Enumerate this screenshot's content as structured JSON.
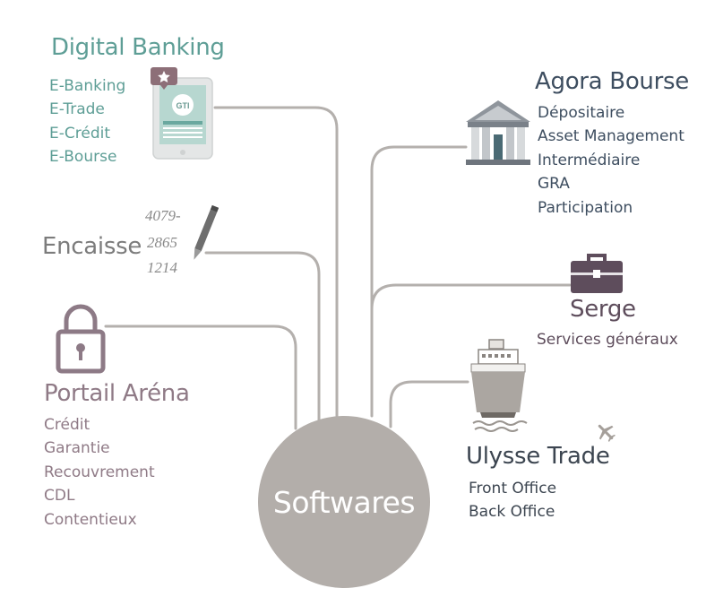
{
  "hub": {
    "label": "Softwares"
  },
  "digital_banking": {
    "title": "Digital Banking",
    "items": [
      "E-Banking",
      "E-Trade",
      "E-Crédit",
      "E-Bourse"
    ],
    "icon": "tablet-icon",
    "icon_badge": "GTI"
  },
  "encaisse": {
    "title": "Encaisse",
    "icon": "handwriting-pen-icon",
    "handwritten_numbers": [
      "4079-",
      "2865",
      "1214"
    ]
  },
  "portail_arena": {
    "title": "Portail Aréna",
    "items": [
      "Crédit",
      "Garantie",
      "Recouvrement",
      "CDL",
      "Contentieux"
    ],
    "icon": "padlock-icon"
  },
  "agora_bourse": {
    "title": "Agora Bourse",
    "items": [
      "Dépositaire",
      "Asset Management",
      "Intermédiaire",
      "GRA",
      "Participation"
    ],
    "icon": "bank-building-icon"
  },
  "serge": {
    "title": "Serge",
    "items": [
      "Services généraux"
    ],
    "icon": "briefcase-icon"
  },
  "ulysse_trade": {
    "title": "Ulysse Trade",
    "items": [
      "Front Office",
      "Back Office"
    ],
    "icon": "ship-icon",
    "secondary_icon": "airplane-icon"
  },
  "colors": {
    "hub": "#b3aeaa",
    "connector": "#b4b0ad",
    "digital_banking": "#5e9e96",
    "encaisse": "#7c7c7c",
    "portail_arena": "#8f7a86",
    "agora_bourse": "#3e4e60",
    "serge": "#5e4d5c",
    "ulysse_trade": "#3c4550"
  }
}
